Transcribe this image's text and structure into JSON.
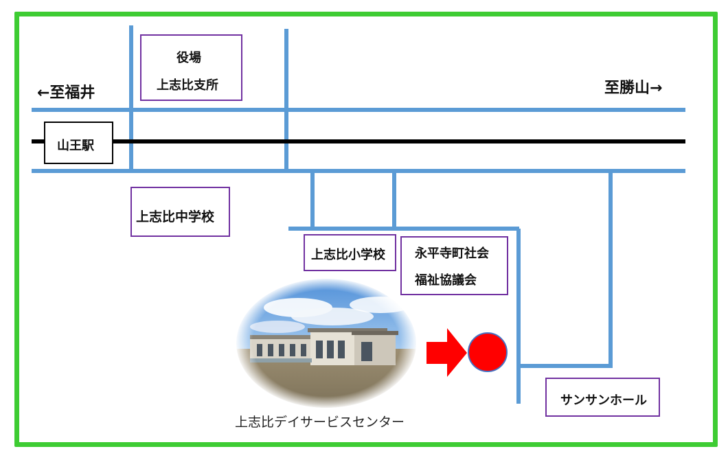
{
  "colors": {
    "frame": "#3ecc33",
    "road": "#5b9bd5",
    "railway": "#000000",
    "label_border": "#7030a0",
    "marker": "#ff0000",
    "arrow": "#ff0000"
  },
  "directions": {
    "left": "←至福井",
    "right": "至勝山→"
  },
  "station": {
    "name": "山王駅"
  },
  "landmarks": {
    "city_office_line1": "役場",
    "city_office_line2": "上志比支所",
    "junior_high": "上志比中学校",
    "elementary": "上志比小学校",
    "welfare_line1": "永平寺町社会",
    "welfare_line2": "福祉協議会",
    "hall": "サンサンホール"
  },
  "destination": {
    "caption": "上志比デイサービスセンター",
    "photo_icon": "building-photo"
  }
}
